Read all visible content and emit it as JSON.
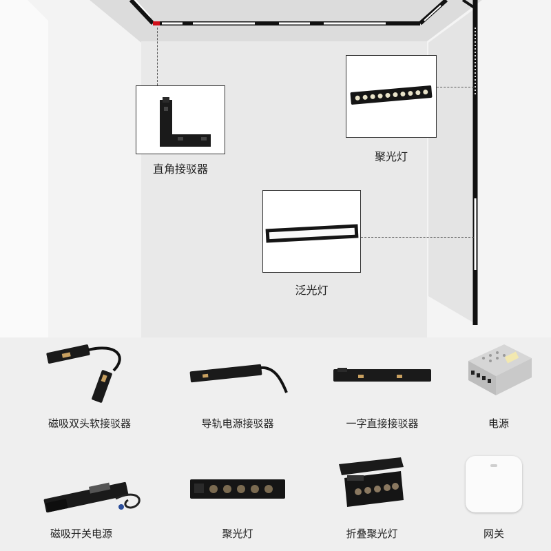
{
  "scene": {
    "callouts": [
      {
        "id": "corner",
        "label": "直角接驳器"
      },
      {
        "id": "spot",
        "label": "聚光灯"
      },
      {
        "id": "flood",
        "label": "泛光灯"
      }
    ]
  },
  "products": {
    "row1": [
      {
        "label": "磁吸双头软接驳器",
        "icon": "flexible-double-connector-icon"
      },
      {
        "label": "导轨电源接驳器",
        "icon": "track-power-connector-icon"
      },
      {
        "label": "一字直接接驳器",
        "icon": "straight-connector-icon"
      },
      {
        "label": "电源",
        "icon": "power-supply-icon"
      }
    ],
    "row2": [
      {
        "label": "磁吸开关电源",
        "icon": "switching-power-supply-icon"
      },
      {
        "label": "聚光灯",
        "icon": "spotlight-icon"
      },
      {
        "label": "折叠聚光灯",
        "icon": "folding-spotlight-icon"
      },
      {
        "label": "网关",
        "icon": "gateway-icon"
      }
    ]
  },
  "colors": {
    "background": "#efefef",
    "track": "#111111",
    "accent_red": "#d0101a"
  }
}
